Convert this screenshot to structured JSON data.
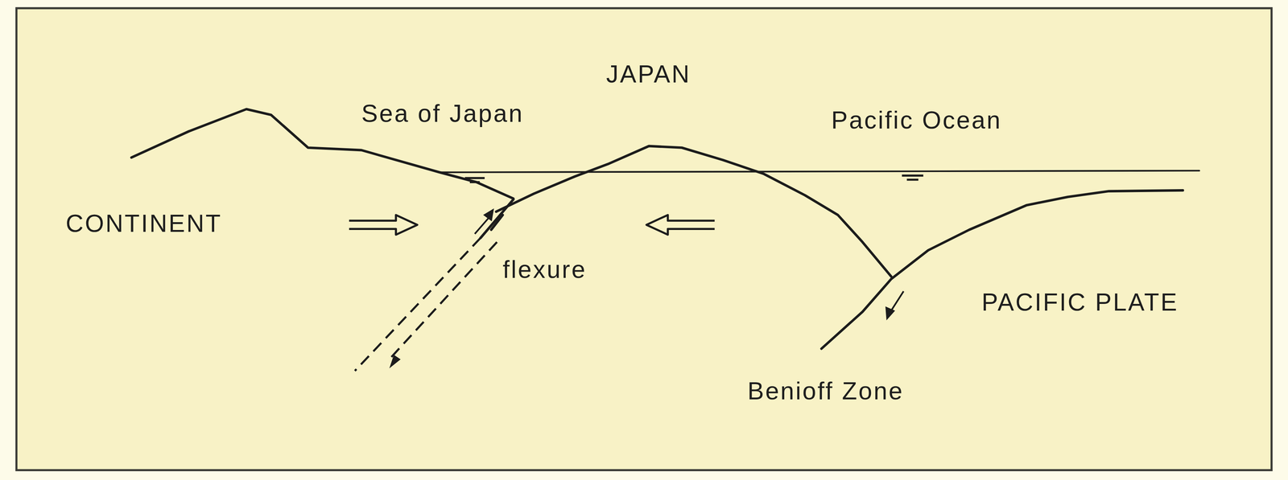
{
  "diagram": {
    "labels": [
      "JAPAN",
      "Sea of Japan",
      "Pacific Ocean",
      "CONTINENT",
      "flexure",
      "PACIFIC PLATE",
      "Benioff Zone"
    ]
  }
}
